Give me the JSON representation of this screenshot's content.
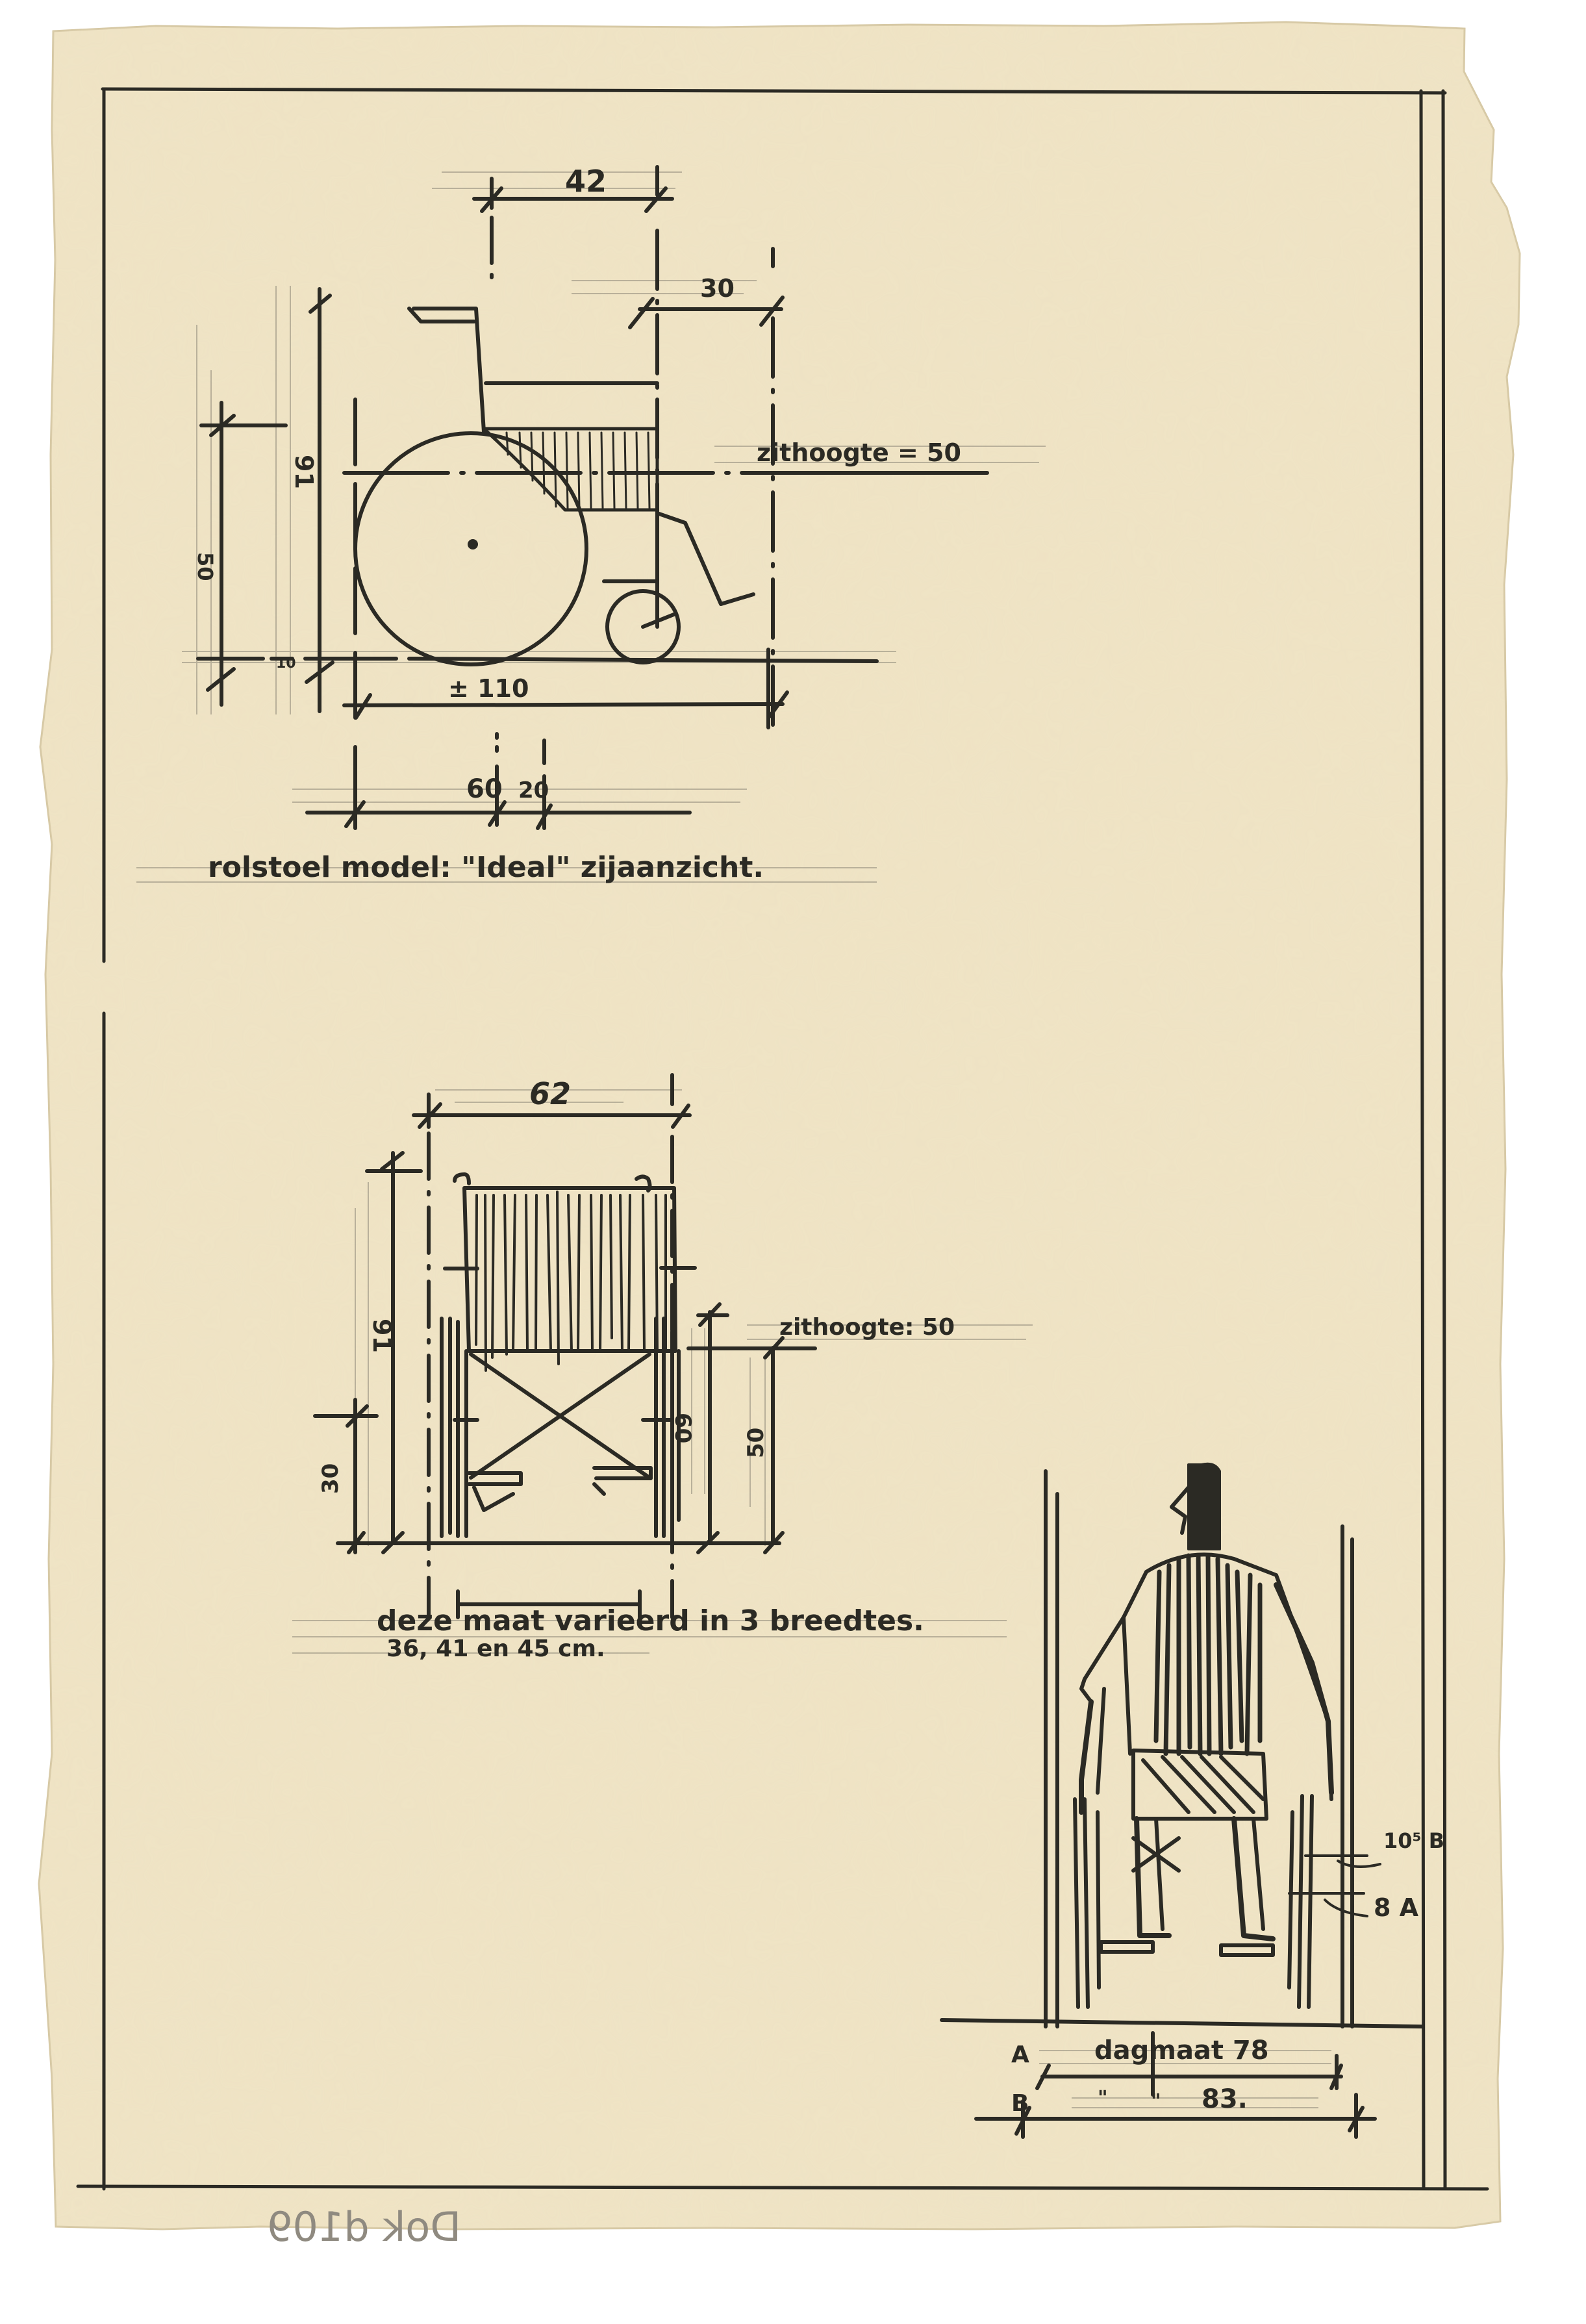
{
  "sheet": {
    "paper_color": "#efe3c4",
    "ink_color": "#2b2a24",
    "pencil_color": "#8f8a80",
    "archive_mark": "Dok d109"
  },
  "side_view": {
    "title": "rolstoel model: \"Ideal\" zijaanzicht.",
    "dimensions": {
      "seat_depth": "42",
      "footrest_projection": "30",
      "total_height": "91",
      "armrest_height": "50",
      "ground_clearance": "10",
      "overall_length": "± 110",
      "rear_section": "60",
      "front_section": "20"
    },
    "seat_height_label": "zithoogte = 50"
  },
  "front_view": {
    "dimensions": {
      "overall_width": "62",
      "total_height": "91",
      "footrest_height": "30",
      "armrest_height": "60",
      "seat_height": "50"
    },
    "seat_height_label": "zithoogte: 50",
    "note_line1": "deze maat varieerd in 3 breedtes.",
    "note_line2": "36, 41 en 45 cm."
  },
  "rear_view": {
    "label_b_offset": "10⁵ B",
    "label_a_offset": "8 A",
    "row_a_label": "A",
    "row_a_text": "dagmaat 78",
    "row_b_label": "B",
    "row_b_ditto_1": "\"",
    "row_b_ditto_2": "\"",
    "row_b_value": "83."
  }
}
